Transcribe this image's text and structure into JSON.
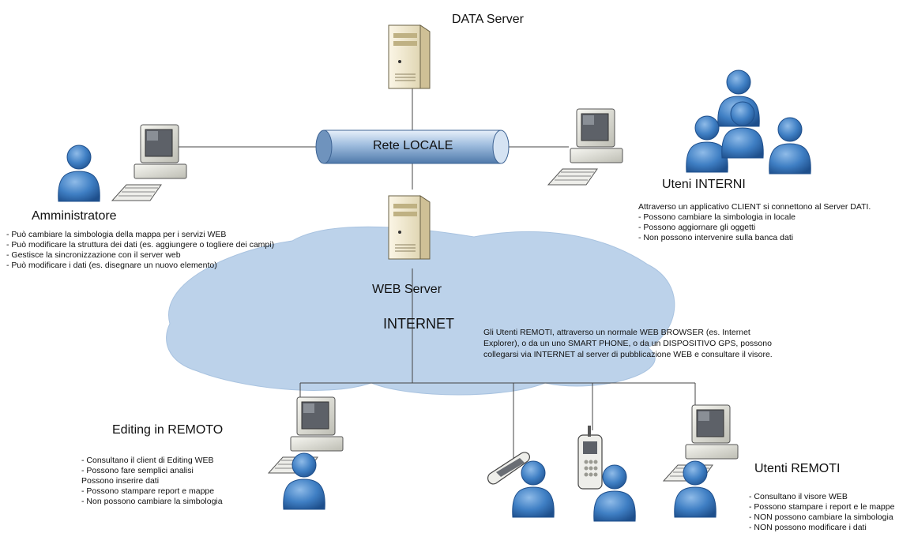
{
  "labels": {
    "data_server": "DATA Server",
    "rete_locale": "Rete LOCALE",
    "web_server": "WEB Server",
    "internet": "INTERNET",
    "amministratore": "Amministratore",
    "utenti_interni": "Uteni INTERNI",
    "editing_remoto": "Editing in REMOTO",
    "utenti_remoti": "Utenti REMOTI"
  },
  "notes": {
    "amministratore": [
      "- Può cambiare la simbologia della mappa per i servizi WEB",
      "- Può modificare la struttura dei dati (es. aggiungere o togliere dei campi)",
      "- Gestisce la sincronizzazione con il server web",
      "- Può modificare i dati (es. disegnare un nuovo elemento)"
    ],
    "utenti_interni_intro": "Attraverso un applicativo CLIENT si connettono al Server DATI.",
    "utenti_interni": [
      "- Possono cambiare la simbologia in locale",
      "- Possono aggiornare gli oggetti",
      "- Non possono intervenire sulla banca dati"
    ],
    "internet_description": [
      "Gli Utenti REMOTI, attraverso un normale WEB BROWSER (es. Internet",
      "Explorer), o da un uno SMART PHONE, o da un DISPOSITIVO GPS, possono",
      "collegarsi via INTERNET al server di pubblicazione WEB e consultare il visore."
    ],
    "editing_remoto": [
      "- Consultano il client di Editing WEB",
      "- Possono fare semplici analisi",
      "  Possono inserire dati",
      "- Possono stampare report e mappe",
      "- Non possono cambiare la simbologia"
    ],
    "utenti_remoti": [
      "- Consultano il visore WEB",
      "- Possono stampare i report e le mappe",
      "- NON possono cambiare la simbologia",
      "- NON possono modificare i dati"
    ]
  },
  "colors": {
    "cloud": "#bcd2ea",
    "cloud_edge": "#a9c3e0",
    "person_blue": "#3f7fc4",
    "person_dark": "#1e4f8c",
    "pipe": "#8fb0d6",
    "server_body": "#efe6c9"
  }
}
